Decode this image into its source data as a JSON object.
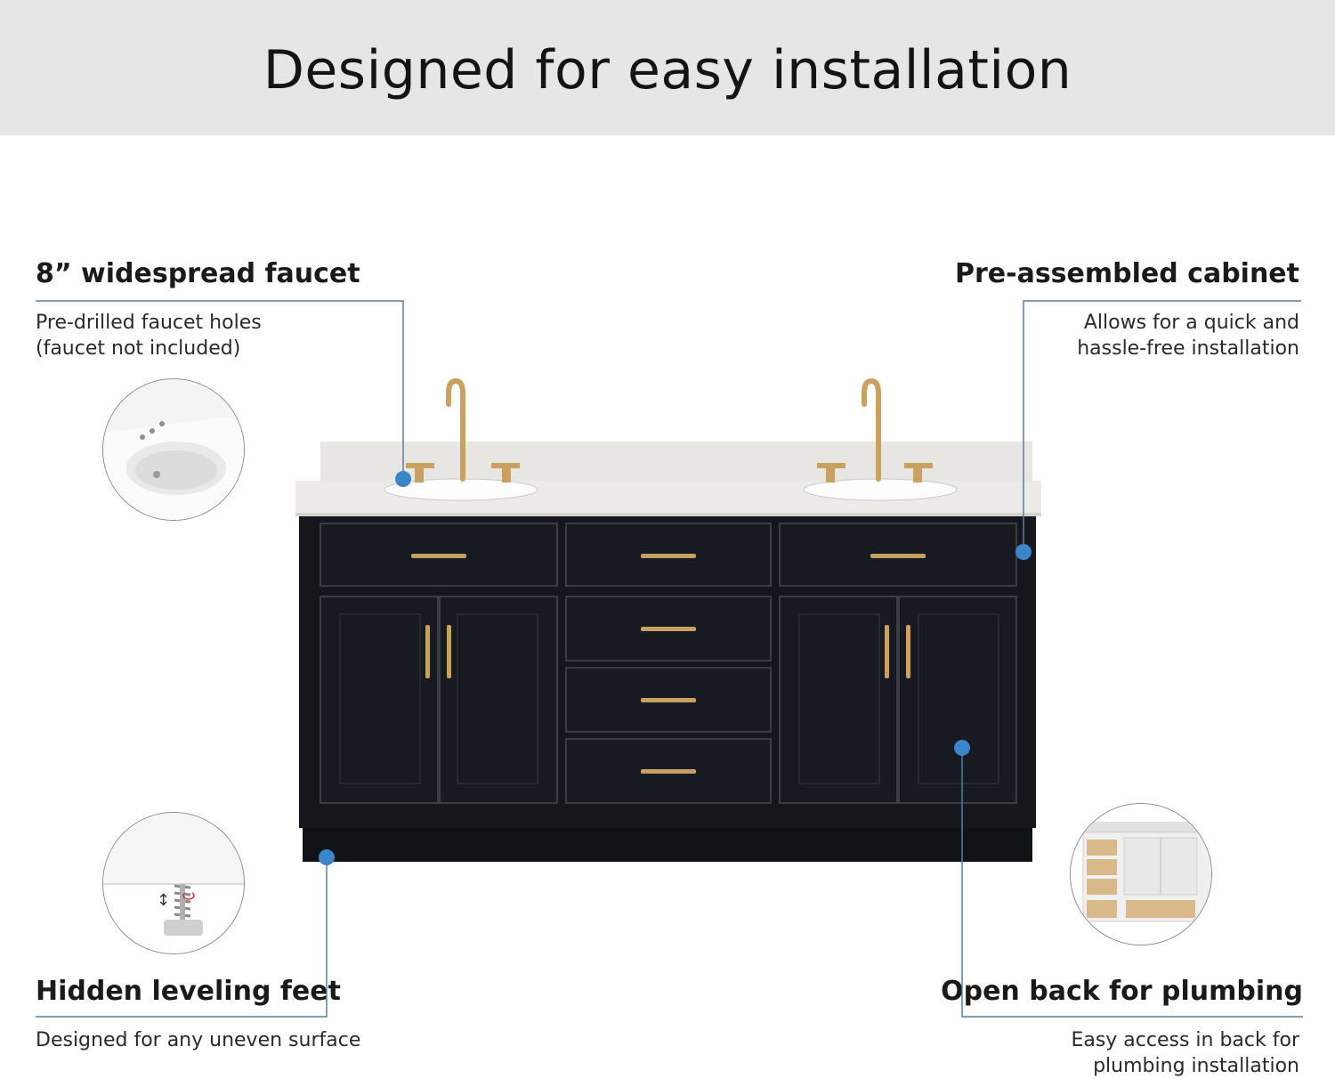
{
  "header": {
    "title": "Designed for easy installation"
  },
  "features": {
    "faucet": {
      "title": "8” widespread faucet",
      "description": "Pre-drilled faucet holes\n(faucet not included)"
    },
    "cabinet": {
      "title": "Pre-assembled cabinet",
      "description": "Allows for  a quick and\nhassle-free installation"
    },
    "feet": {
      "title": "Hidden leveling feet",
      "description": "Designed for any uneven surface"
    },
    "plumbing": {
      "title": "Open back for plumbing",
      "description": "Easy access in back for\nplumbing installation"
    }
  },
  "colors": {
    "banner_bg": "#e6e6e6",
    "callout_line": "#5a7f9e",
    "callout_dot": "#3a86c8",
    "cabinet_body": "#15171c",
    "countertop": "#ecebe8",
    "hardware_gold": "#c8a060"
  },
  "icons": {
    "faucet_thumb": "sink-closeup-icon",
    "feet_thumb": "leveling-foot-icon",
    "plumbing_thumb": "open-back-cabinet-icon"
  }
}
